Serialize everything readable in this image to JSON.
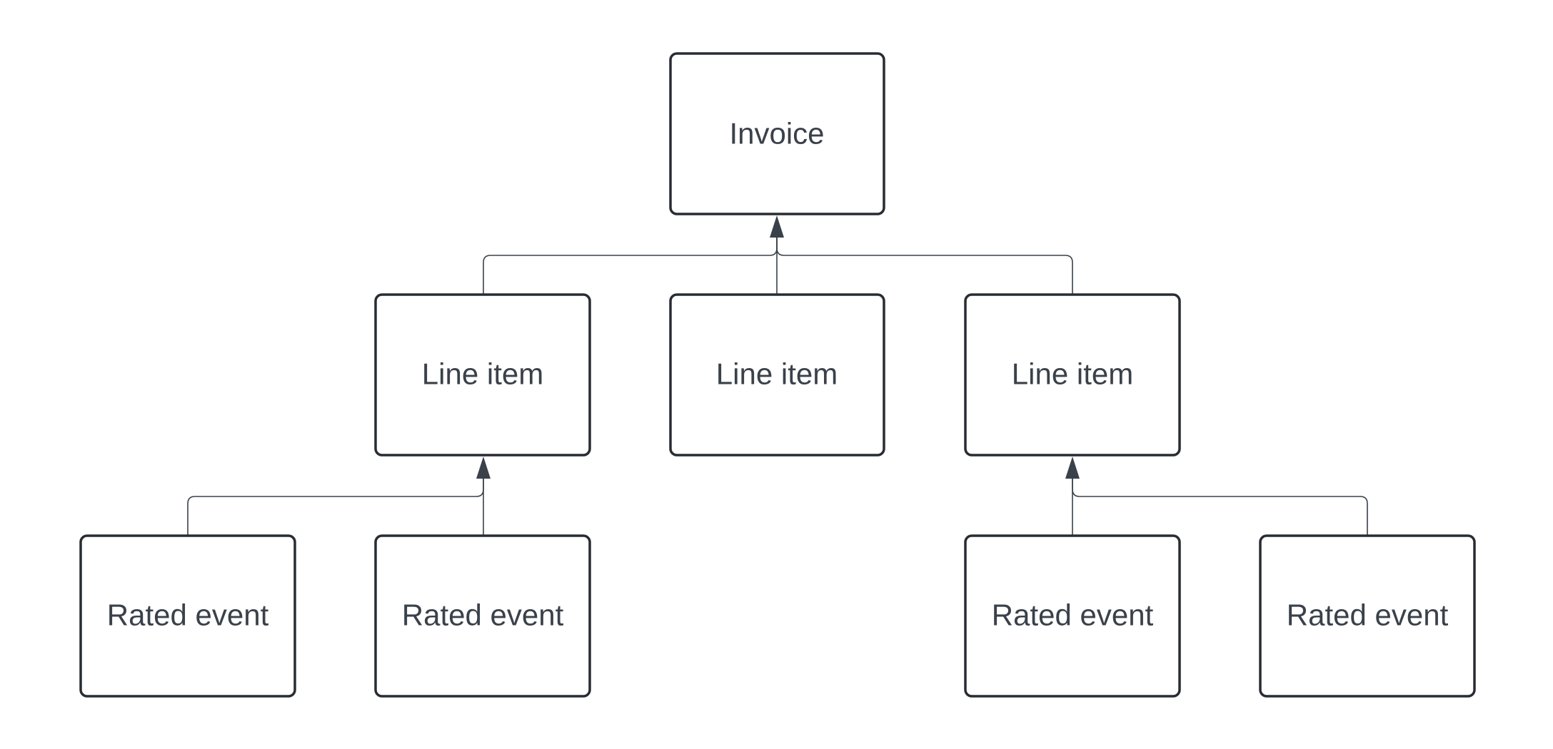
{
  "diagram": {
    "colors": {
      "background": "#ffffff",
      "box_border": "#282c33",
      "text": "#3a414a",
      "connector": "#3a414a"
    },
    "nodes": {
      "invoice": "Invoice",
      "line_item_1": "Line item",
      "line_item_2": "Line item",
      "line_item_3": "Line item",
      "rated_event_1": "Rated event",
      "rated_event_2": "Rated event",
      "rated_event_3": "Rated event",
      "rated_event_4": "Rated event"
    },
    "edges": [
      {
        "from": "line_item_1",
        "to": "invoice"
      },
      {
        "from": "line_item_2",
        "to": "invoice"
      },
      {
        "from": "line_item_3",
        "to": "invoice"
      },
      {
        "from": "rated_event_1",
        "to": "line_item_1"
      },
      {
        "from": "rated_event_2",
        "to": "line_item_1"
      },
      {
        "from": "rated_event_3",
        "to": "line_item_3"
      },
      {
        "from": "rated_event_4",
        "to": "line_item_3"
      }
    ]
  }
}
